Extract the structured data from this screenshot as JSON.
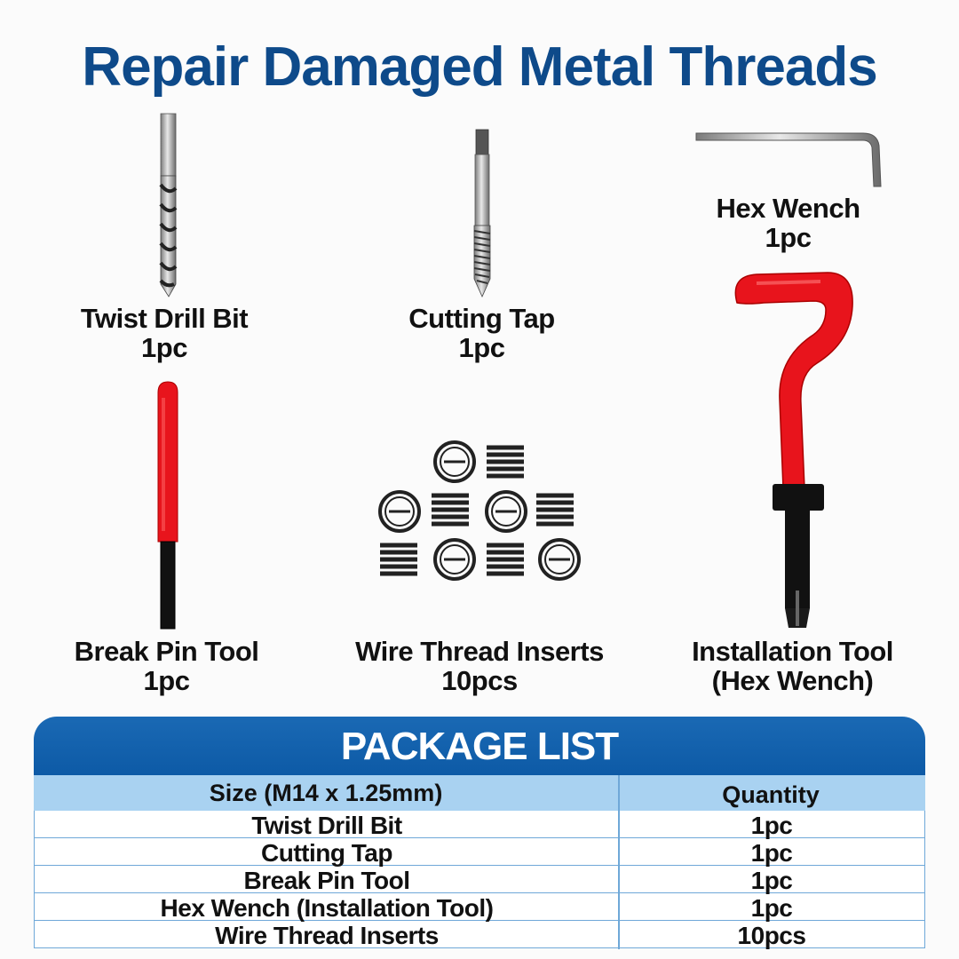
{
  "title": "Repair Damaged Metal Threads",
  "items": [
    {
      "name": "Twist Drill Bit",
      "qty": "1pc",
      "icon": "drill-bit-icon"
    },
    {
      "name": "Cutting Tap",
      "qty": "1pc",
      "icon": "cutting-tap-icon"
    },
    {
      "name": "Hex Wench",
      "qty": "1pc",
      "icon": "hex-key-icon"
    },
    {
      "name": "Break Pin Tool",
      "qty": "1pc",
      "icon": "break-pin-tool-icon"
    },
    {
      "name": "Wire Thread Inserts",
      "qty": "10pcs",
      "icon": "thread-insert-icon"
    },
    {
      "name": "Installation Tool",
      "qty": "(Hex Wench)",
      "icon": "installation-tool-icon"
    }
  ],
  "package": {
    "title": "PACKAGE LIST",
    "col_size": "Size (M14 x 1.25mm)",
    "col_qty": "Quantity",
    "rows": [
      {
        "name": "Twist Drill Bit",
        "qty": "1pc"
      },
      {
        "name": "Cutting Tap",
        "qty": "1pc"
      },
      {
        "name": "Break Pin Tool",
        "qty": "1pc"
      },
      {
        "name": "Hex Wench (Installation Tool)",
        "qty": "1pc"
      },
      {
        "name": "Wire Thread Inserts",
        "qty": "10pcs"
      }
    ]
  },
  "colors": {
    "title": "#0e4a8a",
    "header": "#1a69b4",
    "subheader": "#a9d2f1",
    "tool_red": "#e8141c"
  }
}
